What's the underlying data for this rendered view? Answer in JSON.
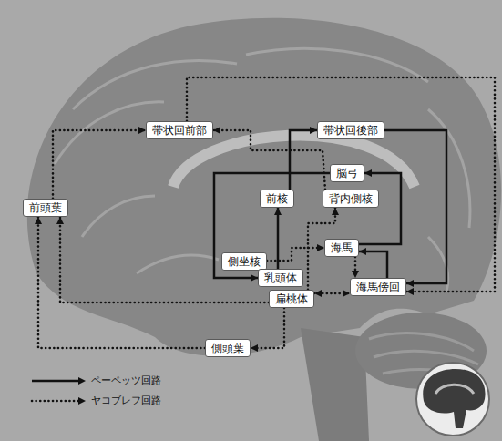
{
  "diagram": {
    "nodes": [
      {
        "text": [
          "帯状回前部"
        ]
      },
      {
        "text": [
          "帯状回後部"
        ]
      },
      {
        "text": [
          "前頭葉"
        ]
      },
      {
        "text": [
          "脳弓"
        ]
      },
      {
        "text": [
          "前核"
        ]
      },
      {
        "text": [
          "背内側核"
        ]
      },
      {
        "text": [
          "側坐核"
        ]
      },
      {
        "text": [
          "海馬"
        ]
      },
      {
        "text": [
          "乳頭体"
        ]
      },
      {
        "text": [
          "海馬傍回"
        ]
      },
      {
        "text": [
          "扁桃体"
        ]
      },
      {
        "text": [
          "側頭葉"
        ]
      }
    ],
    "edges": [
      {
        "from": 7,
        "to": 3,
        "arrow": "to"
      },
      {
        "from": 3,
        "to": 8,
        "arrow": "to"
      },
      {
        "from": 8,
        "to": 4,
        "arrow": "to"
      },
      {
        "from": 4,
        "to": 1,
        "arrow": "to"
      },
      {
        "from": 1,
        "to": 9,
        "arrow": "to"
      },
      {
        "from": 9,
        "to": 7,
        "arrow": "to"
      },
      {
        "from": 2,
        "to": 0,
        "arrow": "to"
      },
      {
        "from": 0,
        "to": 9,
        "arrow": "to"
      },
      {
        "from": 5,
        "to": 0,
        "arrow": "to"
      },
      {
        "from": 10,
        "to": 5,
        "arrow": "to"
      },
      {
        "from": 10,
        "to": 2,
        "arrow": "to"
      },
      {
        "from": 11,
        "to": 2,
        "arrow": "to"
      },
      {
        "from": 10,
        "to": 11,
        "arrow": "to"
      },
      {
        "from": 10,
        "to": 9,
        "arrow": "both"
      },
      {
        "from": 6,
        "to": 7,
        "arrow": "to"
      },
      {
        "from": 7,
        "to": 9,
        "arrow": "to"
      }
    ],
    "legend": [
      {
        "text": "ペーペッツ回路"
      },
      {
        "text": "ヤコブレフ回路"
      }
    ]
  }
}
